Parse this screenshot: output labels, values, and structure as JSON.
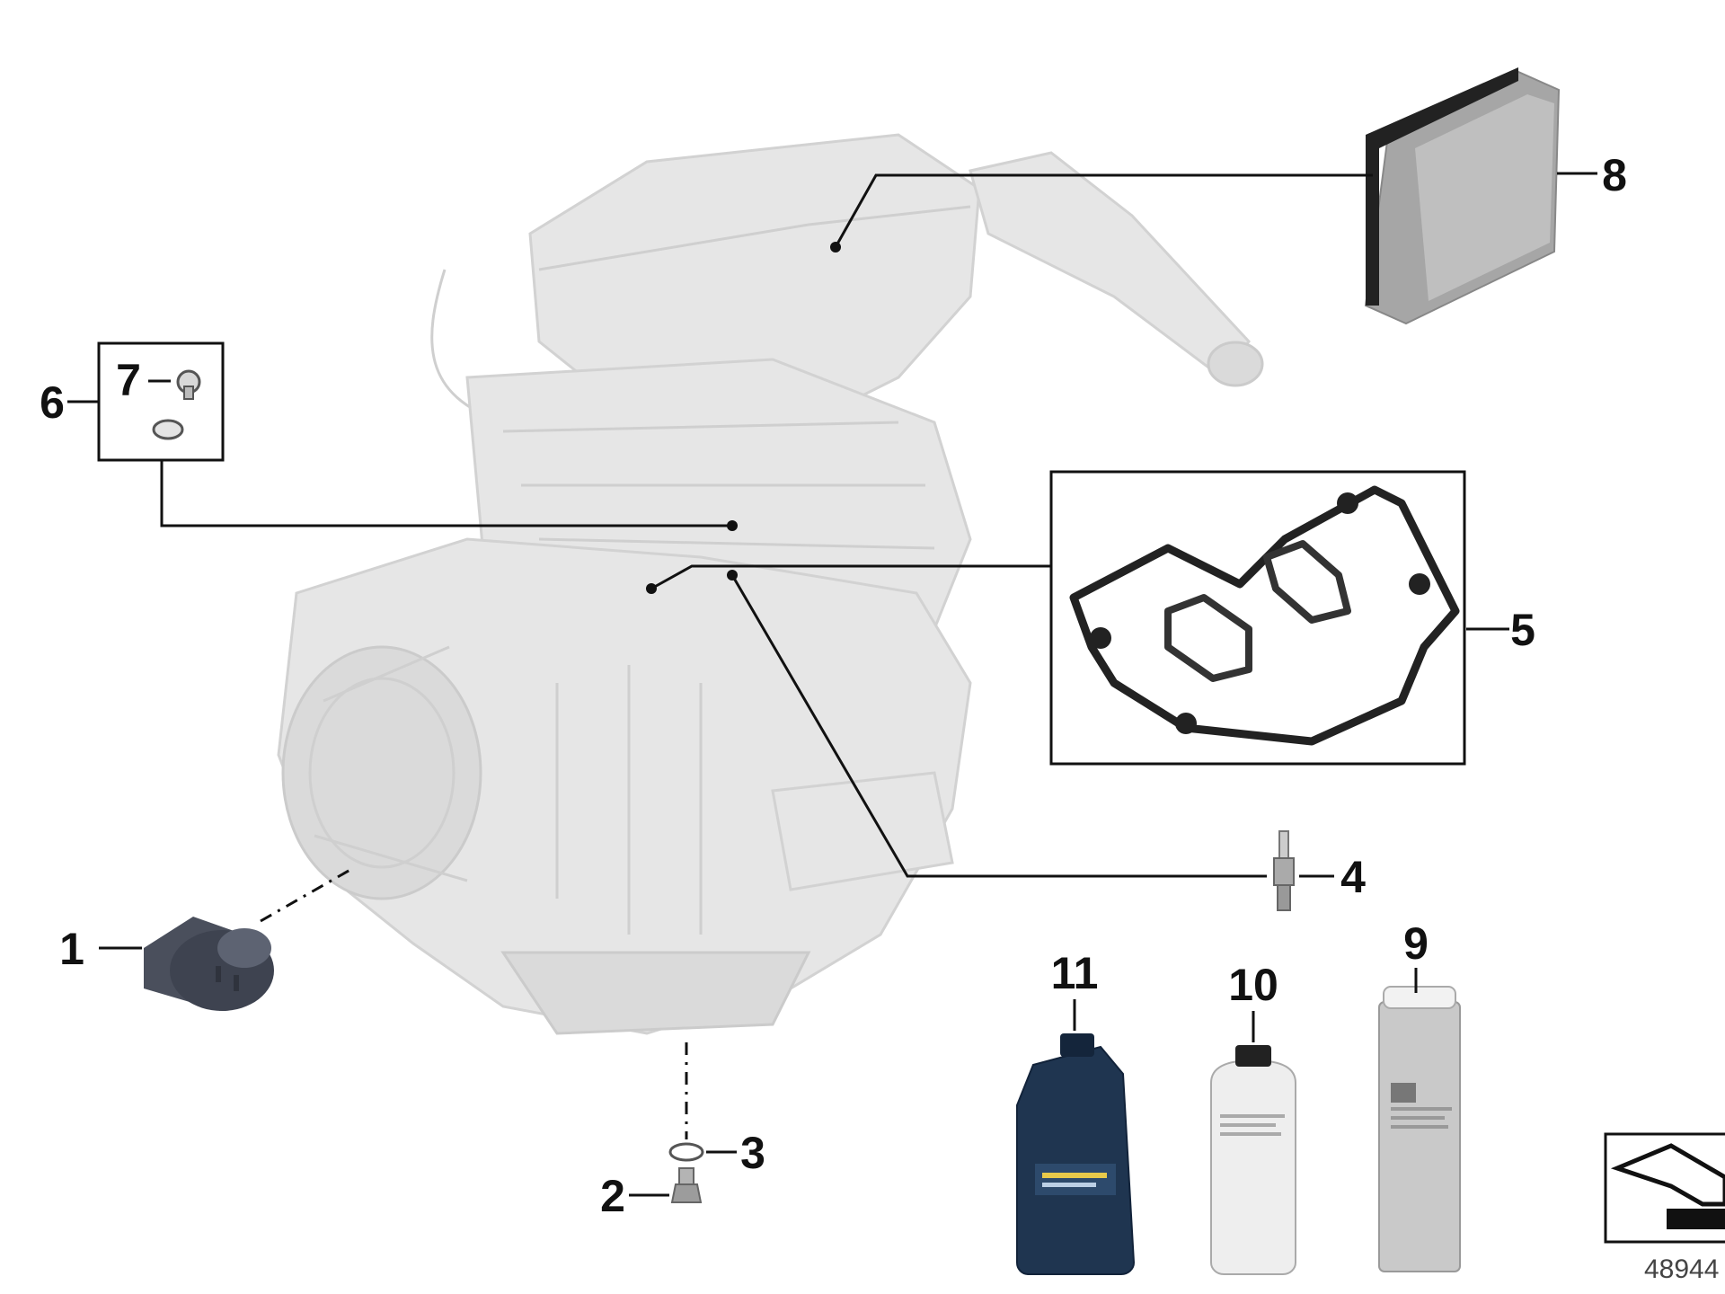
{
  "diagram": {
    "reference_number": "48944",
    "callouts": [
      {
        "id": "1",
        "label": "1"
      },
      {
        "id": "2",
        "label": "2"
      },
      {
        "id": "3",
        "label": "3"
      },
      {
        "id": "4",
        "label": "4"
      },
      {
        "id": "5",
        "label": "5"
      },
      {
        "id": "6",
        "label": "6"
      },
      {
        "id": "7",
        "label": "7"
      },
      {
        "id": "8",
        "label": "8"
      },
      {
        "id": "9",
        "label": "9"
      },
      {
        "id": "10",
        "label": "10"
      },
      {
        "id": "11",
        "label": "11"
      }
    ],
    "colors": {
      "engine_ghost": "#e6e6e6",
      "line": "#111111",
      "oil_filter": "#4a4f5c",
      "oil_bottle": "#1f3550",
      "coolant_bottle": "#eeeeee",
      "spray_can": "#c9c9c9"
    }
  }
}
